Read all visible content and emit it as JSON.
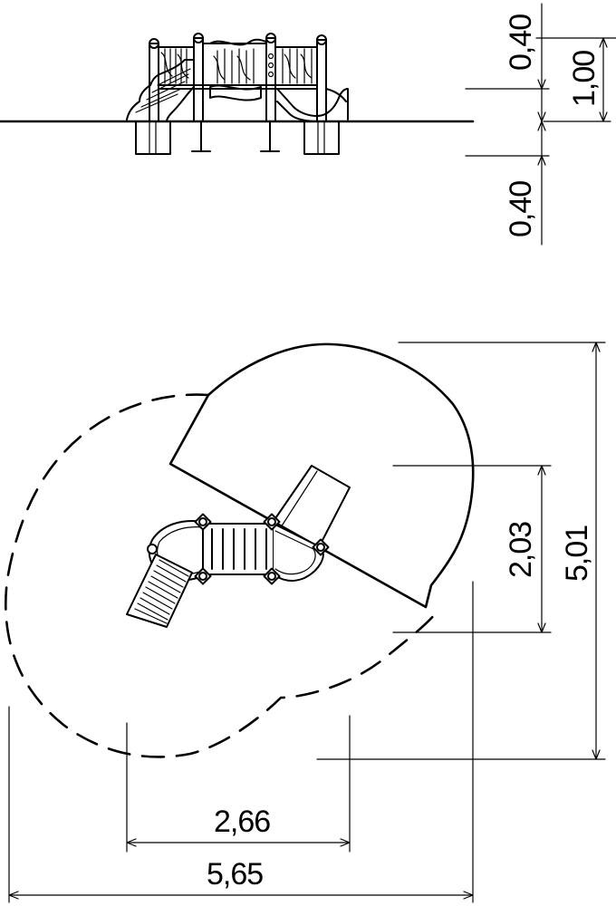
{
  "elevation": {
    "dim_above_small": "0,40",
    "dim_total_height": "1,00",
    "dim_below": "0,40"
  },
  "plan": {
    "dim_width_partial": "2,66",
    "dim_width_total": "5,65",
    "dim_depth_partial": "2,03",
    "dim_depth_total": "5,01"
  }
}
